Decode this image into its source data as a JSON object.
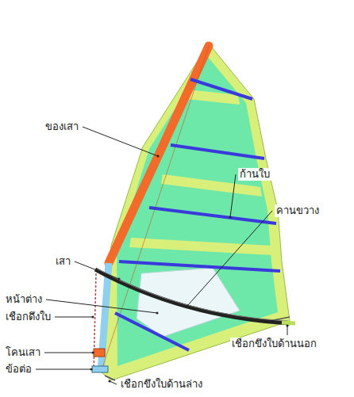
{
  "diagram": {
    "labels": [
      "ของเสา",
      "ก้านใบ",
      "คานขวาง",
      "เสา",
      "หน้าต่าง",
      "เชือกดึงใบ",
      "เชือกขึงใบด้านนอก",
      "โคนเสา",
      "ข้อต่อ",
      "เชือกขึงใบด้านล่าง"
    ]
  }
}
